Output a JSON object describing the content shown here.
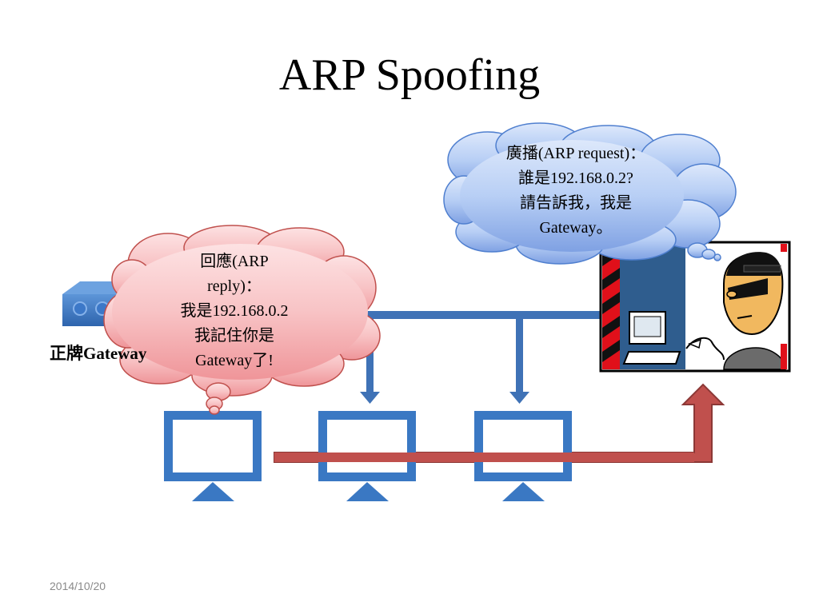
{
  "slide": {
    "title": "ARP Spoofing",
    "date": "2014/10/20"
  },
  "gateway": {
    "label": "正牌Gateway"
  },
  "request_bubble": {
    "lines": [
      "廣播(ARP request)：",
      "誰是192.168.0.2?",
      "請告訴我，我是",
      "Gateway。"
    ]
  },
  "reply_bubble": {
    "lines": [
      "回應(ARP",
      "reply)：",
      "我是192.168.0.2",
      "我記住你是",
      "Gateway了!"
    ]
  },
  "icons": {
    "gateway": "router-icon",
    "hosts": "monitor-icon",
    "attacker": "hacker-icon",
    "arrow": "spoof-path-arrow"
  },
  "colors": {
    "network_line": "#3f72b6",
    "attack_arrow": "#b9413f",
    "request_bubble_fill": "#a9c4f2",
    "reply_bubble_fill": "#f4aeb2",
    "monitor": "#3a78c3"
  }
}
